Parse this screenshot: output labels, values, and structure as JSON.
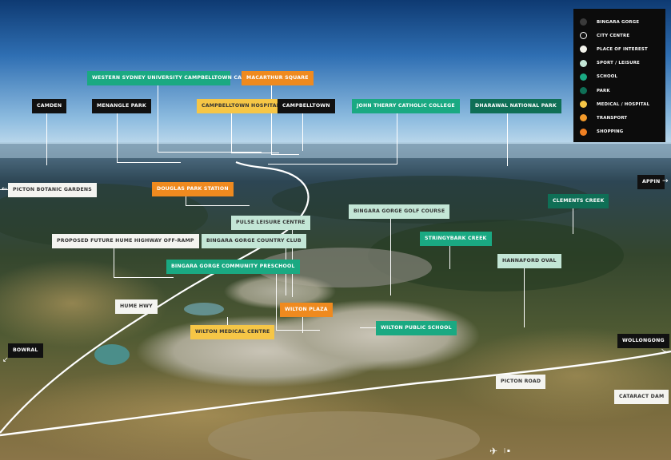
{
  "legend": [
    {
      "label": "Bingara Gorge",
      "color": "#3a3a3a",
      "ring": false
    },
    {
      "label": "City Centre",
      "color": "#111111",
      "ring": true
    },
    {
      "label": "Place of Interest",
      "color": "#f2f2ea",
      "ring": false
    },
    {
      "label": "Sport / Leisure",
      "color": "#c3e6d6",
      "ring": false
    },
    {
      "label": "School",
      "color": "#1aa982",
      "ring": false
    },
    {
      "label": "Park",
      "color": "#0f6f56",
      "ring": false
    },
    {
      "label": "Medical / Hospital",
      "color": "#f6c646",
      "ring": false
    },
    {
      "label": "Transport",
      "color": "#f39a2b",
      "ring": false
    },
    {
      "label": "Shopping",
      "color": "#ef7f22",
      "ring": false
    }
  ],
  "labels": {
    "camden": "Camden",
    "menangle_park": "Menangle Park",
    "wsu": "Western Sydney University Campbelltown Campus",
    "macarthur_square": "Macarthur Square",
    "campbelltown_hospital": "Campbelltown Hospital",
    "campbelltown": "Campbelltown",
    "john_therry": "John Therry Catholic College",
    "dharawal": "Dharawal National Park",
    "picton_gardens": "Picton Botanic Gardens",
    "douglas_park": "Douglas Park Station",
    "appin": "Appin",
    "clements_creek": "Clements Creek",
    "bingara_golf": "Bingara Gorge Golf Course",
    "pulse_leisure": "Pulse Leisure Centre",
    "hume_ramp": "Proposed Future Hume Highway Off-Ramp",
    "bingara_country_club": "Bingara Gorge Country Club",
    "stringybark": "Stringybark Creek",
    "preschool": "Bingara Gorge Community Preschool",
    "hannaford": "Hannaford Oval",
    "hume_hwy": "Hume Hwy",
    "wilton_plaza": "Wilton Plaza",
    "wilton_medical": "Wilton Medical Centre",
    "wilton_public": "Wilton Public School",
    "bowral": "Bowral",
    "wollongong": "Wollongong",
    "picton_road": "Picton Road",
    "cataract_dam": "Cataract Dam"
  },
  "icons": {
    "plane": "plane-icon"
  },
  "colors": {
    "sky_top": "#0f3b73",
    "sky_horizon": "#cfe3ef",
    "land_far": "#2e4a5a",
    "land_near": "#6b6a3a"
  }
}
